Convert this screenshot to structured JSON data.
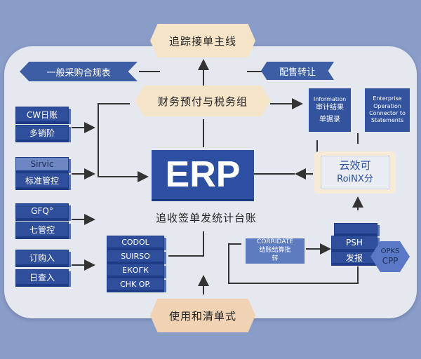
{
  "diagram": {
    "center": "ERP",
    "center_caption": "追收签单发统计台账",
    "top_hex": "追踪接单主线",
    "mid_hex": "财务预付与税务组",
    "bottom_hex": "使用和清单式",
    "left_tag": "一般采购合规表",
    "right_tag": "配售转让",
    "left_stacks": [
      [
        "CW日账",
        "多销阶"
      ],
      [
        "Sirvic",
        "标准管控"
      ],
      [
        "GFQ°",
        "七管控"
      ],
      [
        "订购入",
        "日查入"
      ]
    ],
    "center_stack": [
      "CODOL",
      "SUIRSO",
      "ЕКОГК",
      "CHK OP."
    ],
    "right_top_card": [
      "Information",
      "审计结果",
      "单据录"
    ],
    "far_right_card": [
      "Enterprise",
      "Operation",
      "Connector to",
      "Statements"
    ],
    "right_module": [
      "云效可",
      "RoiNX分"
    ],
    "info_card": [
      "CORRIDATE",
      "结账结算批",
      "转"
    ],
    "psh_stack": "PSH",
    "psh_sub": "发报",
    "badge": [
      "OPKS",
      "CPP"
    ]
  }
}
